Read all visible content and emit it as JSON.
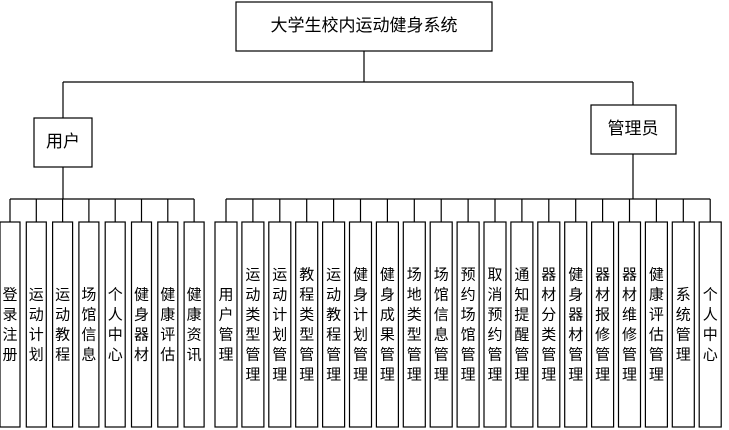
{
  "root": {
    "label": "大学生校内运动健身系统"
  },
  "branches": [
    {
      "label": "用户",
      "children": [
        "登录注册",
        "运动计划",
        "运动教程",
        "场馆信息",
        "个人中心",
        "健身器材",
        "健康评估",
        "健康资讯"
      ]
    },
    {
      "label": "管理员",
      "children": [
        "用户管理",
        "运动类型管理",
        "运动计划管理",
        "教程类型管理",
        "运动教程管理",
        "健身计划管理",
        "健身成果管理",
        "场地类型管理",
        "场馆信息管理",
        "预约场馆管理",
        "取消预约管理",
        "通知提醒管理",
        "器材分类管理",
        "健身器材管理",
        "器材报修管理",
        "器材维修管理",
        "健康评估管理",
        "系统管理",
        "个人中心"
      ]
    }
  ]
}
